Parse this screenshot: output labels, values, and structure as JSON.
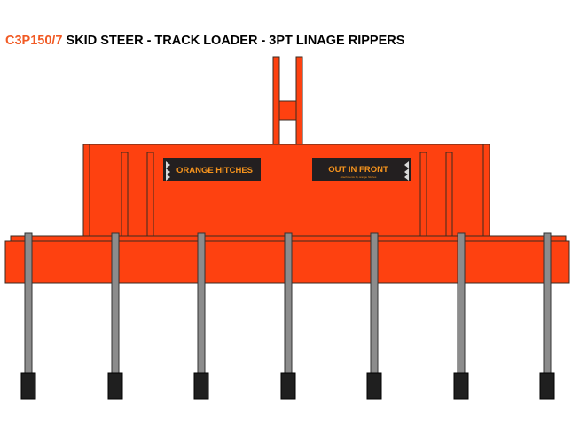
{
  "title": {
    "code": "C3P150/7",
    "text": "SKID STEER - TRACK LOADER - 3PT LINAGE RIPPERS"
  },
  "brand": {
    "logo_left": "ORANGE HITCHES",
    "logo_right": "OUT IN FRONT",
    "logo_right_tagline": "attachments by orange hitches"
  },
  "rippers": {
    "count": 7
  },
  "colors": {
    "frame_orange": "#fe4110",
    "title_accent": "#f15a24",
    "outline": "#3a2a20",
    "shank_grey": "#8c8c8c",
    "tip_black": "#1f1f1f",
    "plate_black": "#231f20",
    "logo_orange": "#f7941d",
    "chevron_grey": "#d9d9d9"
  }
}
